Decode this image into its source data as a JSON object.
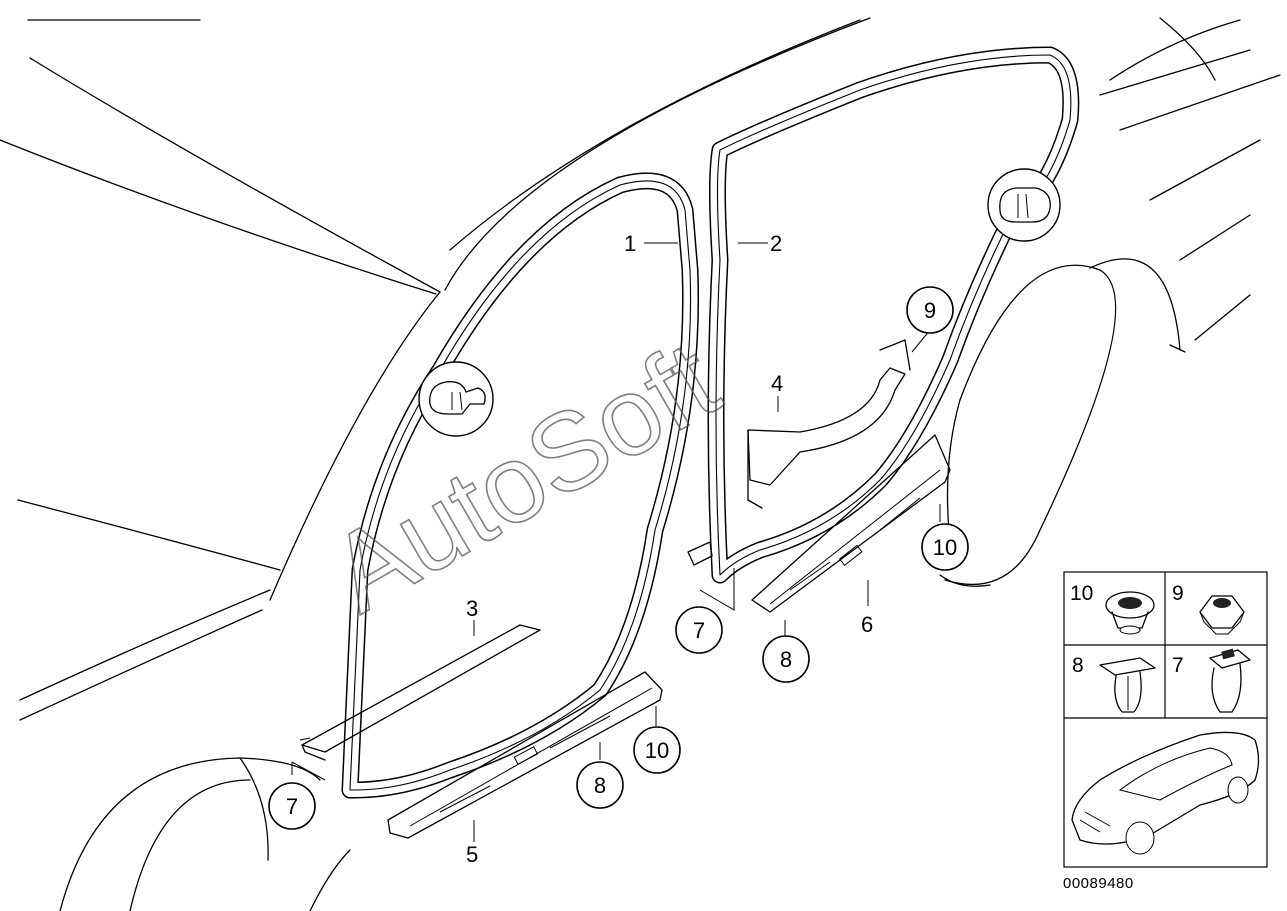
{
  "parts": [
    {
      "id": "part-1",
      "label": "1"
    },
    {
      "id": "part-2",
      "label": "2"
    },
    {
      "id": "part-3",
      "label": "3"
    },
    {
      "id": "part-4",
      "label": "4"
    },
    {
      "id": "part-5",
      "label": "5"
    },
    {
      "id": "part-6",
      "label": "6"
    }
  ],
  "circled_callouts": [
    {
      "label": "7"
    },
    {
      "label": "8"
    },
    {
      "label": "10"
    },
    {
      "label": "9"
    },
    {
      "label": "10"
    },
    {
      "label": "8"
    },
    {
      "label": "7"
    }
  ],
  "legend": {
    "cells": [
      {
        "label": "10",
        "icon": "clip-icon"
      },
      {
        "label": "9",
        "icon": "hex-nut-icon"
      },
      {
        "label": "8",
        "icon": "expanding-rivet-icon"
      },
      {
        "label": "7",
        "icon": "plug-icon"
      }
    ],
    "car_icon": "car-thumbnail-icon"
  },
  "watermark": "AutoSoft",
  "document_id": "00089480"
}
